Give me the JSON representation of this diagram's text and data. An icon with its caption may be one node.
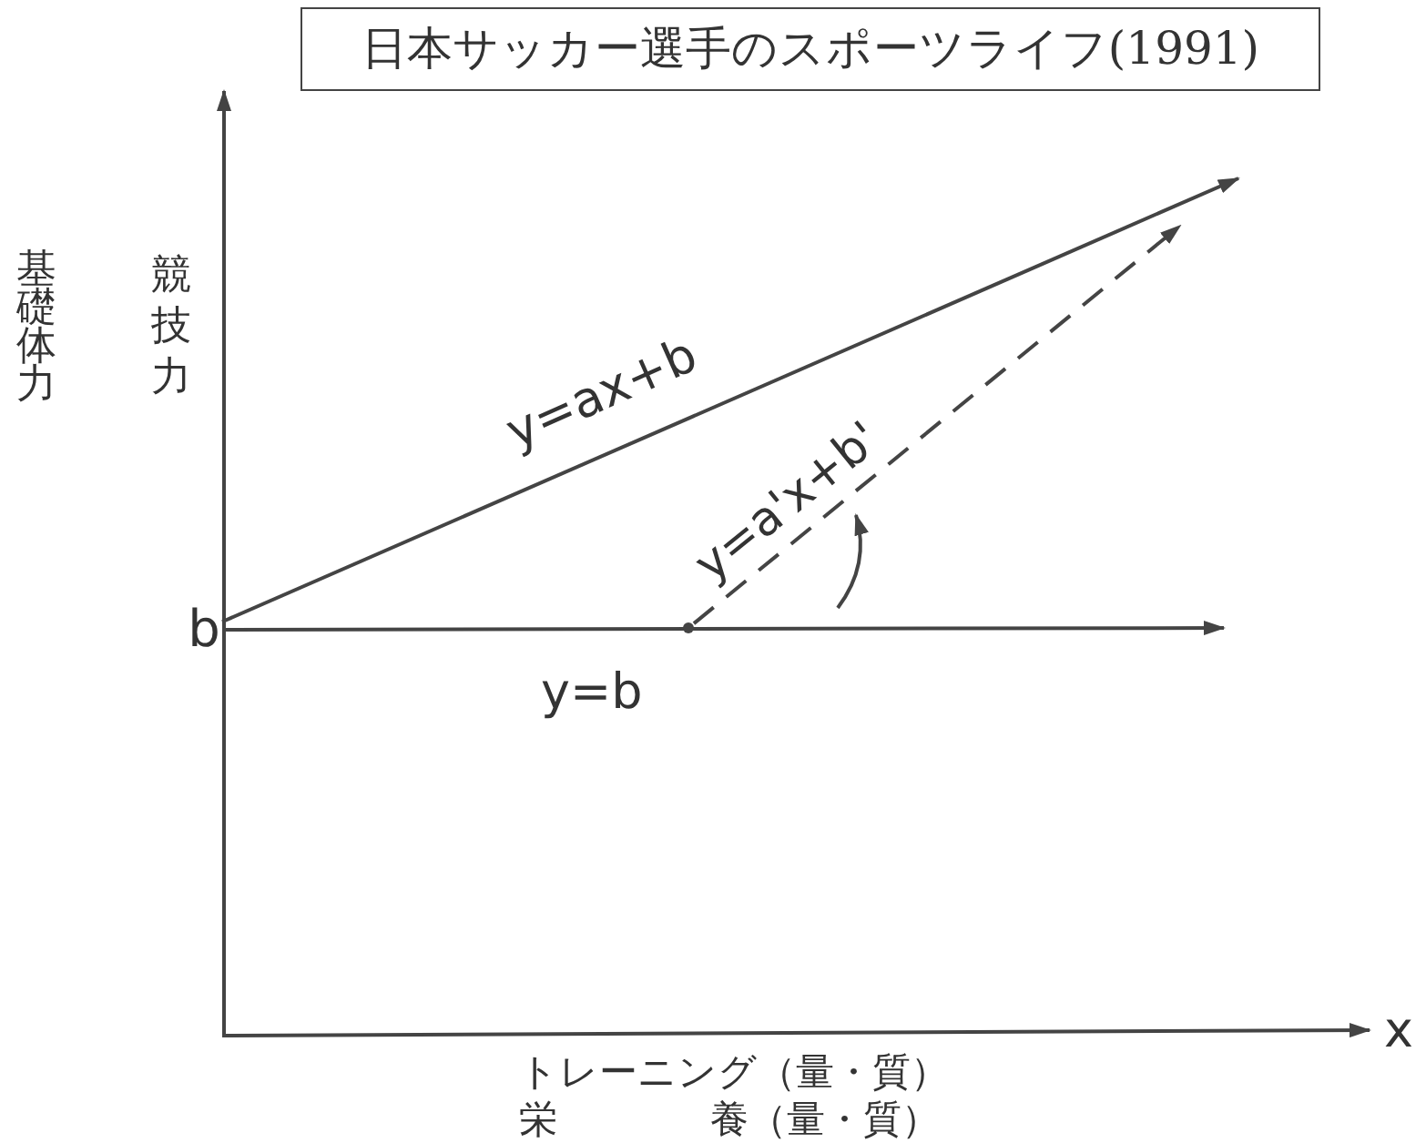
{
  "diagram": {
    "title": "日本サッカー選手のスポーツライフ(1991)",
    "nodes": [
      {
        "text": [
          "b"
        ]
      },
      {
        "text": [],
        "shape": "dot"
      }
    ],
    "edges": [
      {
        "from": 0,
        "to": null,
        "arrow": "to",
        "label": "y=ax+b"
      },
      {
        "from": 1,
        "to": null,
        "arrow": "to",
        "label": "y=a'x+b'",
        "style": "dashed"
      },
      {
        "from": 0,
        "to": null,
        "arrow": "to",
        "label": "y=b"
      }
    ],
    "labels": [
      "競技力",
      "基礎体力",
      "x",
      "トレーニング（量・質）",
      "栄　　　　養（量・質）"
    ]
  }
}
